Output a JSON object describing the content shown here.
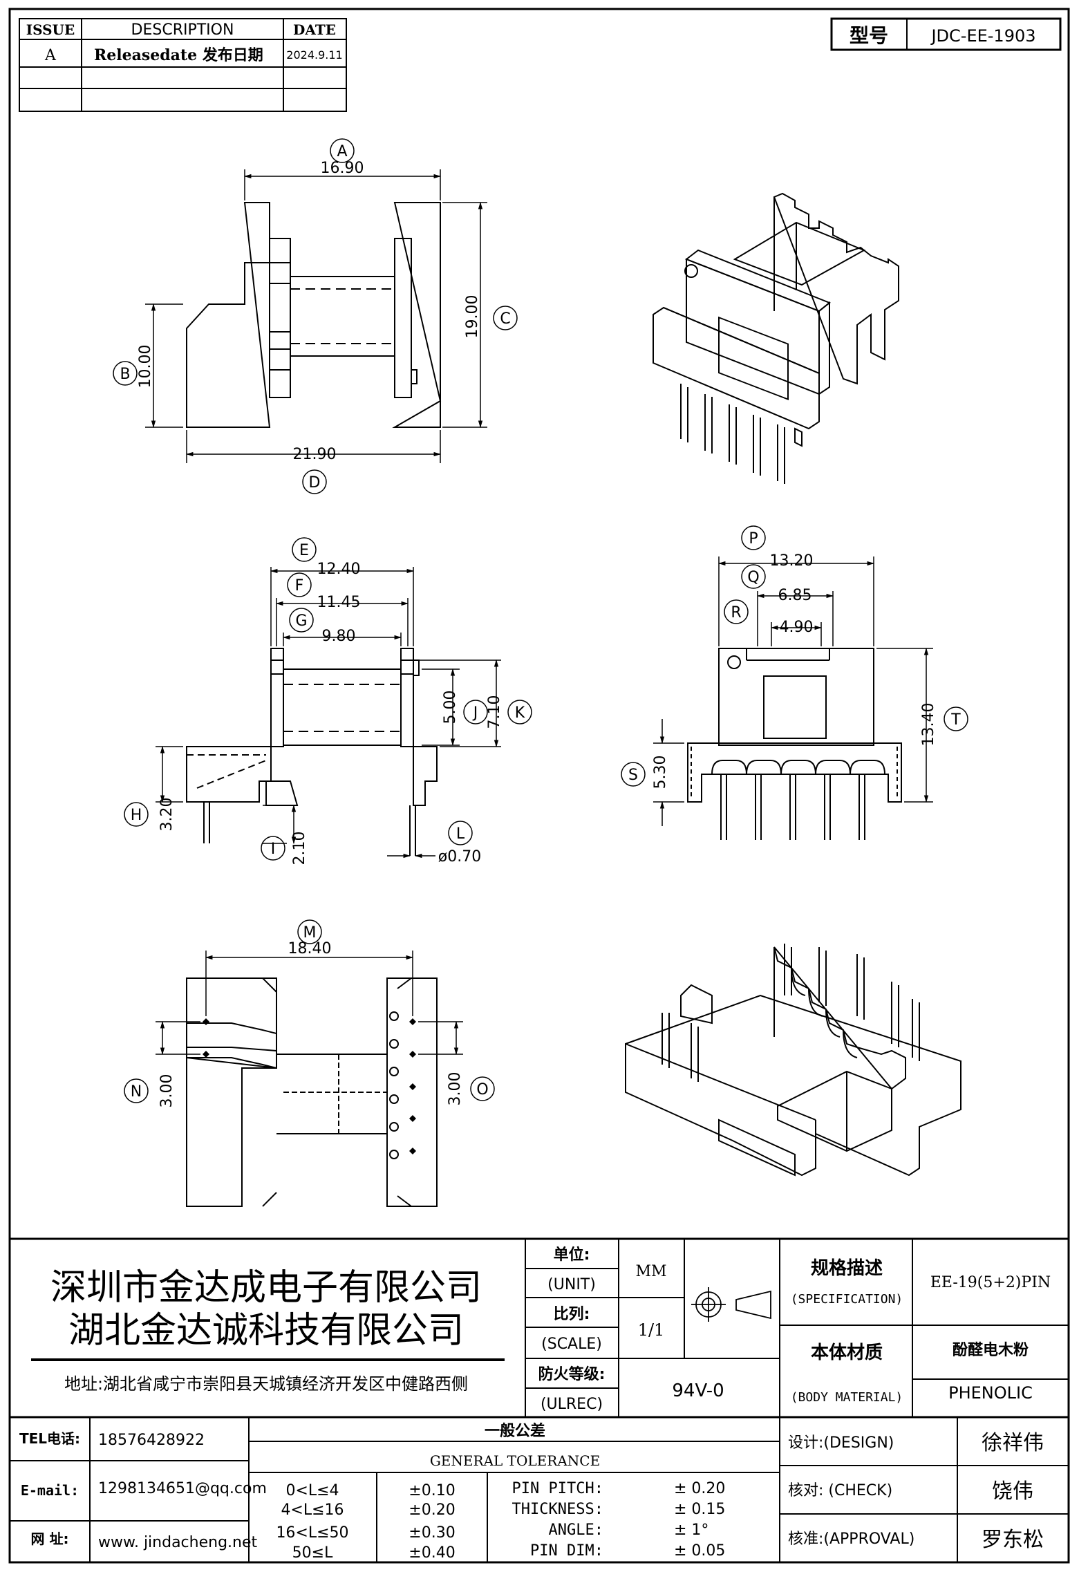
{
  "revision_table": {
    "headers": [
      "ISSUE",
      "DESCRIPTION",
      "DATE"
    ],
    "rows": [
      {
        "issue": "A",
        "description": "Releasedate 发布日期",
        "date": "2024.9.11"
      }
    ]
  },
  "model": {
    "label": "型号",
    "value": "JDC-EE-1903"
  },
  "dimensions": {
    "A": "16.90",
    "B": "10.00",
    "C": "19.00",
    "D": "21.90",
    "E": "12.40",
    "F": "11.45",
    "G": "9.80",
    "H": "3.20",
    "I": "2.10",
    "J": "5.00",
    "K": "7.10",
    "L": "ø0.70",
    "M": "18.40",
    "N": "3.00",
    "O": "3.00",
    "P": "13.20",
    "Q": "6.85",
    "R": "4.90",
    "S": "5.30",
    "T": "13.40"
  },
  "company": {
    "name_1": "深圳市金达成电子有限公司",
    "name_2": "湖北金达诚科技有限公司",
    "address": "地址:湖北省咸宁市崇阳县天城镇经济开发区中健路西侧"
  },
  "specs": {
    "unit_label_cn": "单位:",
    "unit_label_en": "(UNIT)",
    "unit_value": "MM",
    "scale_label_cn": "比列:",
    "scale_label_en": "(SCALE)",
    "scale_value": "1/1",
    "ulrec_label_cn": "防火等级:",
    "ulrec_label_en": "(ULREC)",
    "ulrec_value": "94V-0",
    "spec_label_cn": "规格描述",
    "spec_label_en": "(SPECIFICATION)",
    "spec_value": "EE-19(5+2)PIN",
    "material_label_cn": "本体材质",
    "material_label_en": "(BODY MATERIAL)",
    "material_value_cn": "酚醛电木粉",
    "material_value_en": "PHENOLIC"
  },
  "contact": {
    "tel_label": "TEL电话:",
    "tel": "18576428922",
    "email_label": "E-mail:",
    "email": "1298134651@qq.com",
    "web_label": "网 址:",
    "web": "www. jindacheng.net"
  },
  "tolerance": {
    "title_cn": "一般公差",
    "title_en": "GENERAL TOLERANCE",
    "ranges": [
      {
        "range": "0<L≤4",
        "tol": "±0.10"
      },
      {
        "range": "4<L≤16",
        "tol": "±0.20"
      },
      {
        "range": "16<L≤50",
        "tol": "±0.30"
      },
      {
        "range": "50≤L",
        "tol": "±0.40"
      }
    ],
    "other": [
      {
        "name": "PIN PITCH:",
        "value": "± 0.20"
      },
      {
        "name": "THICKNESS:",
        "value": "± 0.15"
      },
      {
        "name": "ANGLE:",
        "value": "± 1°"
      },
      {
        "name": "PIN DIM:",
        "value": "± 0.05"
      }
    ]
  },
  "approvals": [
    {
      "label": "设计:(DESIGN)",
      "name": "徐祥伟"
    },
    {
      "label": "核对: (CHECK)",
      "name": "饶伟"
    },
    {
      "label": "核准:(APPROVAL)",
      "name": "罗东松"
    }
  ]
}
